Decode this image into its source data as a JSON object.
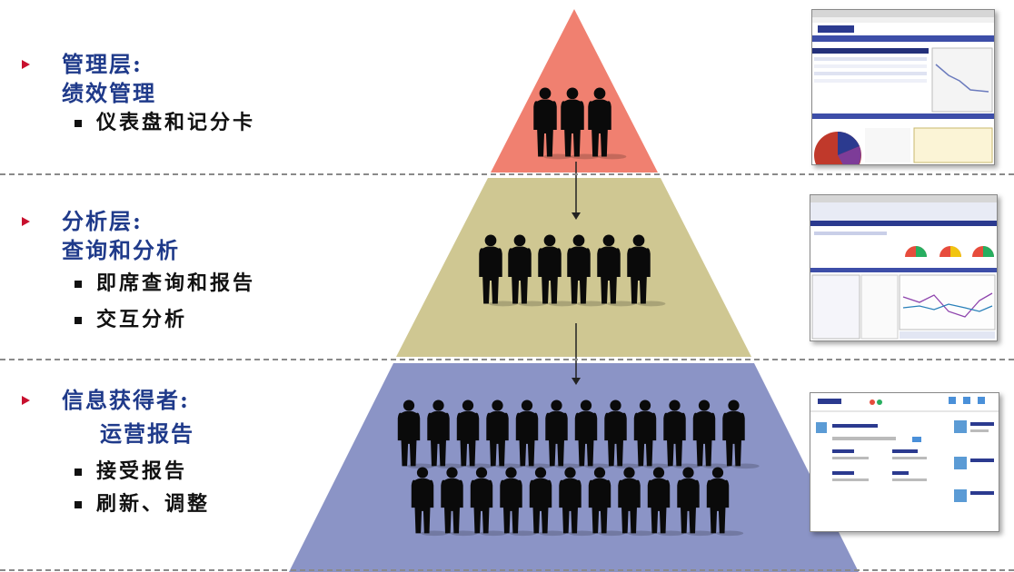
{
  "tiers": [
    {
      "title_line1": "管理层:",
      "title_line2": "绩效管理",
      "items": [
        "仪表盘和记分卡"
      ],
      "color": "#f08070",
      "people": 3
    },
    {
      "title_line1": "分析层:",
      "title_line2": "查询和分析",
      "items": [
        "即席查询和报告",
        "交互分析"
      ],
      "color": "#cfc792",
      "people": 6
    },
    {
      "title_line1": "信息获得者:",
      "title_line2": "运营报告",
      "items": [
        "接受报告",
        "刷新、调整"
      ],
      "color": "#8b94c6",
      "people": 23
    }
  ],
  "screenshots": [
    {
      "name": "dashboard-scorecard-screenshot",
      "icon": "dashboard-thumbnail"
    },
    {
      "name": "query-analysis-screenshot",
      "icon": "analysis-thumbnail"
    },
    {
      "name": "operational-report-screenshot",
      "icon": "report-portal-thumbnail"
    }
  ],
  "colors": {
    "heading": "#1f3a8a",
    "bullet_arrow": "#c8102e",
    "silhouette": "#0a0a0a",
    "divider": "#8a8a8a"
  }
}
